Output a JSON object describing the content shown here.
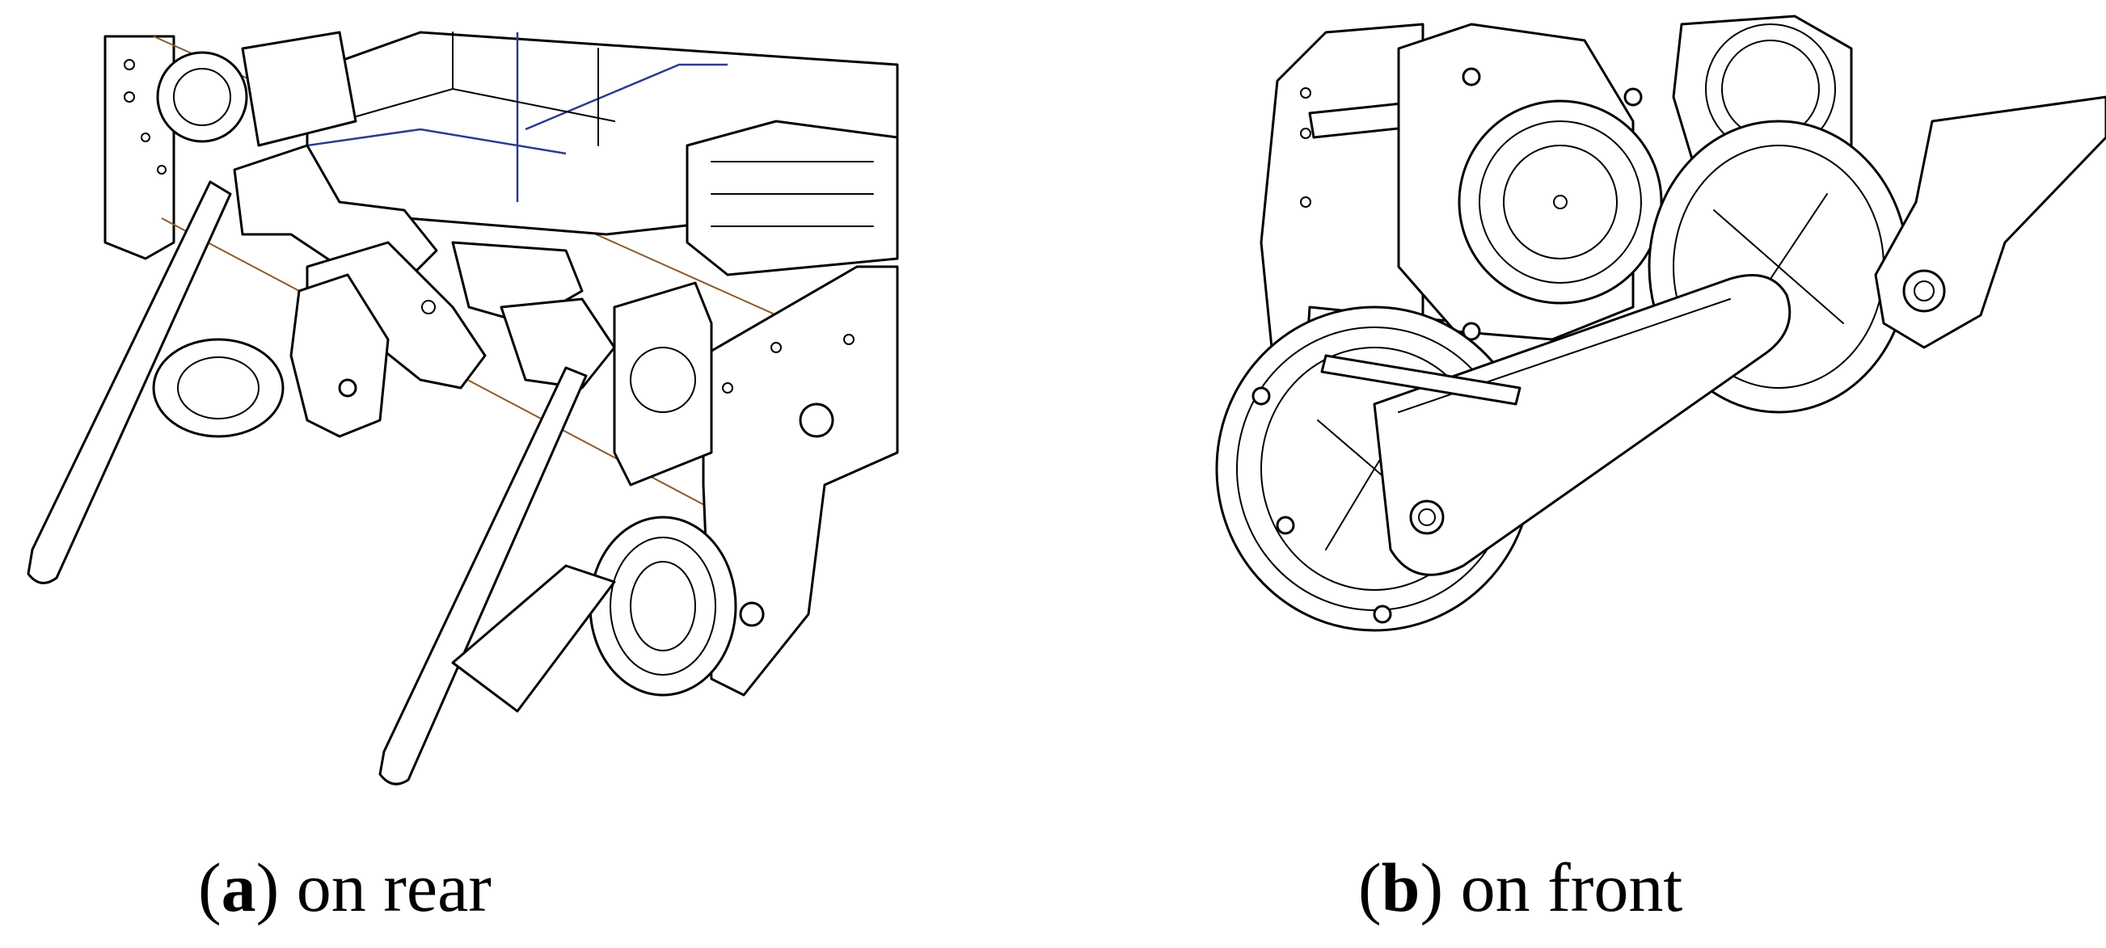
{
  "figure": {
    "panels": [
      {
        "id": "a",
        "letter": "a",
        "text": " on rear",
        "drawing": "rear-mechanism-line-drawing"
      },
      {
        "id": "b",
        "letter": "b",
        "text": " on front",
        "drawing": "front-mechanism-line-drawing"
      }
    ]
  }
}
